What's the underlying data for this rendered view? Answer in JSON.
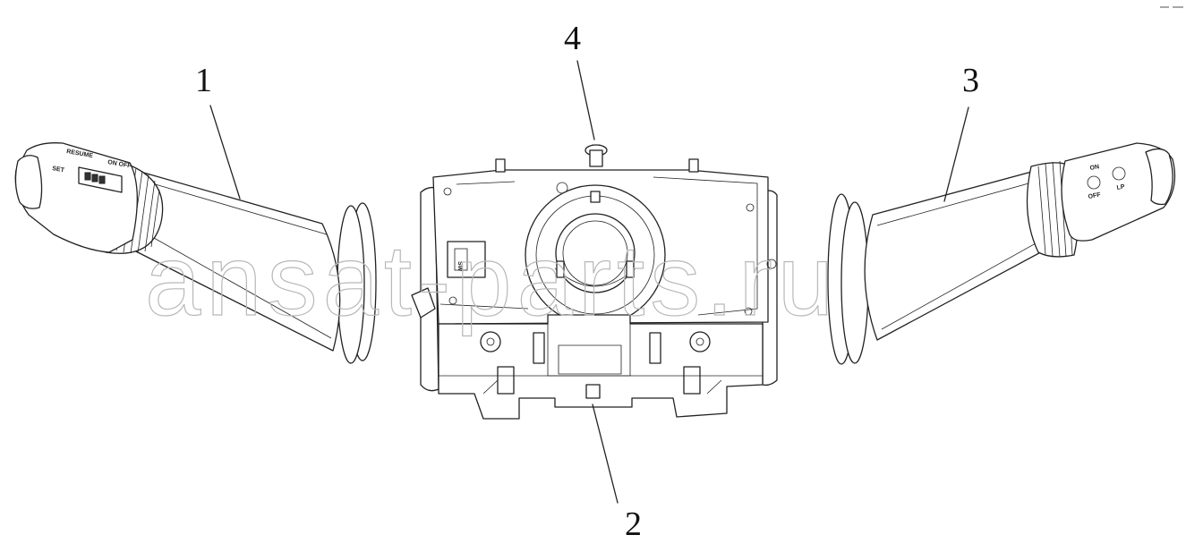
{
  "callouts": {
    "c1": "1",
    "c2": "2",
    "c3": "3",
    "c4": "4"
  },
  "watermark": "ansat-parts.ru",
  "left_stalk": {
    "resume": "RESUME",
    "set": "SET",
    "on_off": "ON OFF"
  },
  "right_stalk": {
    "on": "ON",
    "off": "OFF",
    "mark": "LP"
  },
  "connector_label": "SW"
}
